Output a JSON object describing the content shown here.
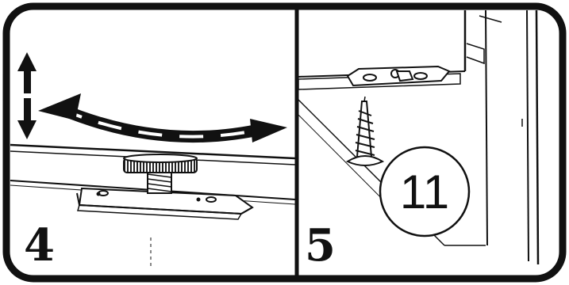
{
  "panels": [
    {
      "step_number": "4"
    },
    {
      "step_number": "5",
      "part_callout": "11"
    }
  ]
}
